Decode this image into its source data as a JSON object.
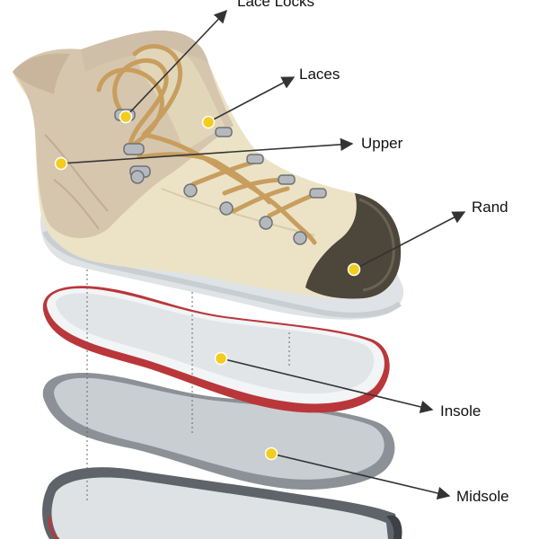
{
  "labels": {
    "lace_locks": "Lace Locks",
    "laces": "Laces",
    "upper": "Upper",
    "rand": "Rand",
    "insole": "Insole",
    "midsole": "Midsole"
  },
  "colors": {
    "upper_light": "#ece3c6",
    "upper_dark": "#d6c6ae",
    "collar": "#cfbfa9",
    "lace": "#c89e5e",
    "rand": "#4d463a",
    "insole_face": "#e1e5e8",
    "insole_edge": "#b9373a",
    "midsole_face": "#c9ced2",
    "midsole_edge": "#8b9196",
    "hardware": "#b5b9bd",
    "marker": "#f2cd1e",
    "pointer": "#333333"
  }
}
